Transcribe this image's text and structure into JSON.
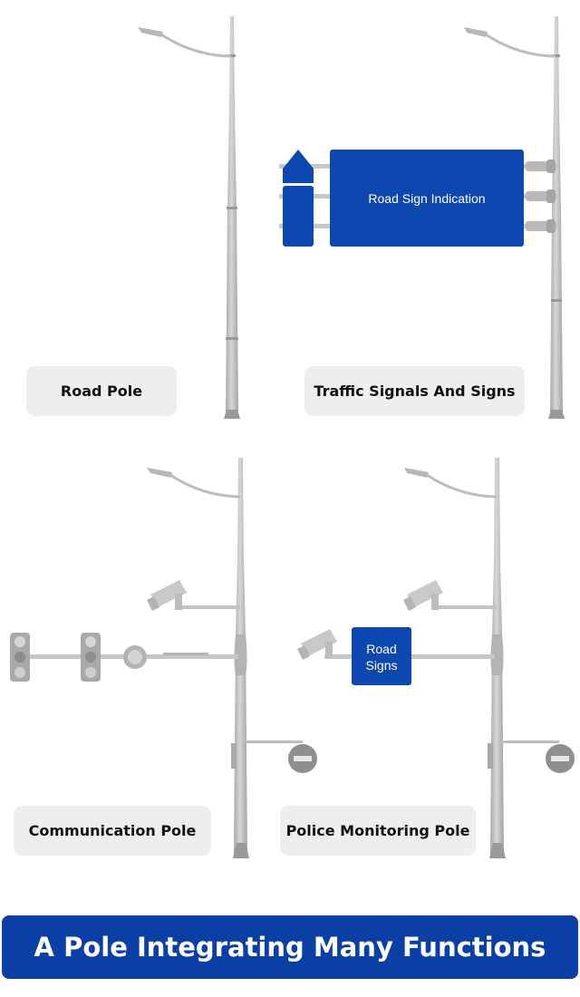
{
  "labels": {
    "road_pole": "Road Pole",
    "traffic_signals": "Traffic Signals And Signs",
    "communication_pole": "Communication Pole",
    "police_monitoring_pole": "Police Monitoring Pole"
  },
  "signs": {
    "road_sign_indication": "Road Sign Indication",
    "road_signs_line1": "Road",
    "road_signs_line2": "Signs"
  },
  "banner": {
    "title": "A Pole Integrating Many Functions"
  },
  "colors": {
    "sign_blue": "#0d47b0",
    "banner_blue": "#0a3fa6",
    "pole_gray": "#c4c4c4",
    "pill_gray": "#eeeeee"
  },
  "icons": [
    "street-lamp-icon",
    "traffic-light-icon",
    "camera-icon",
    "no-entry-sign-icon",
    "pedestrian-signal-icon"
  ]
}
